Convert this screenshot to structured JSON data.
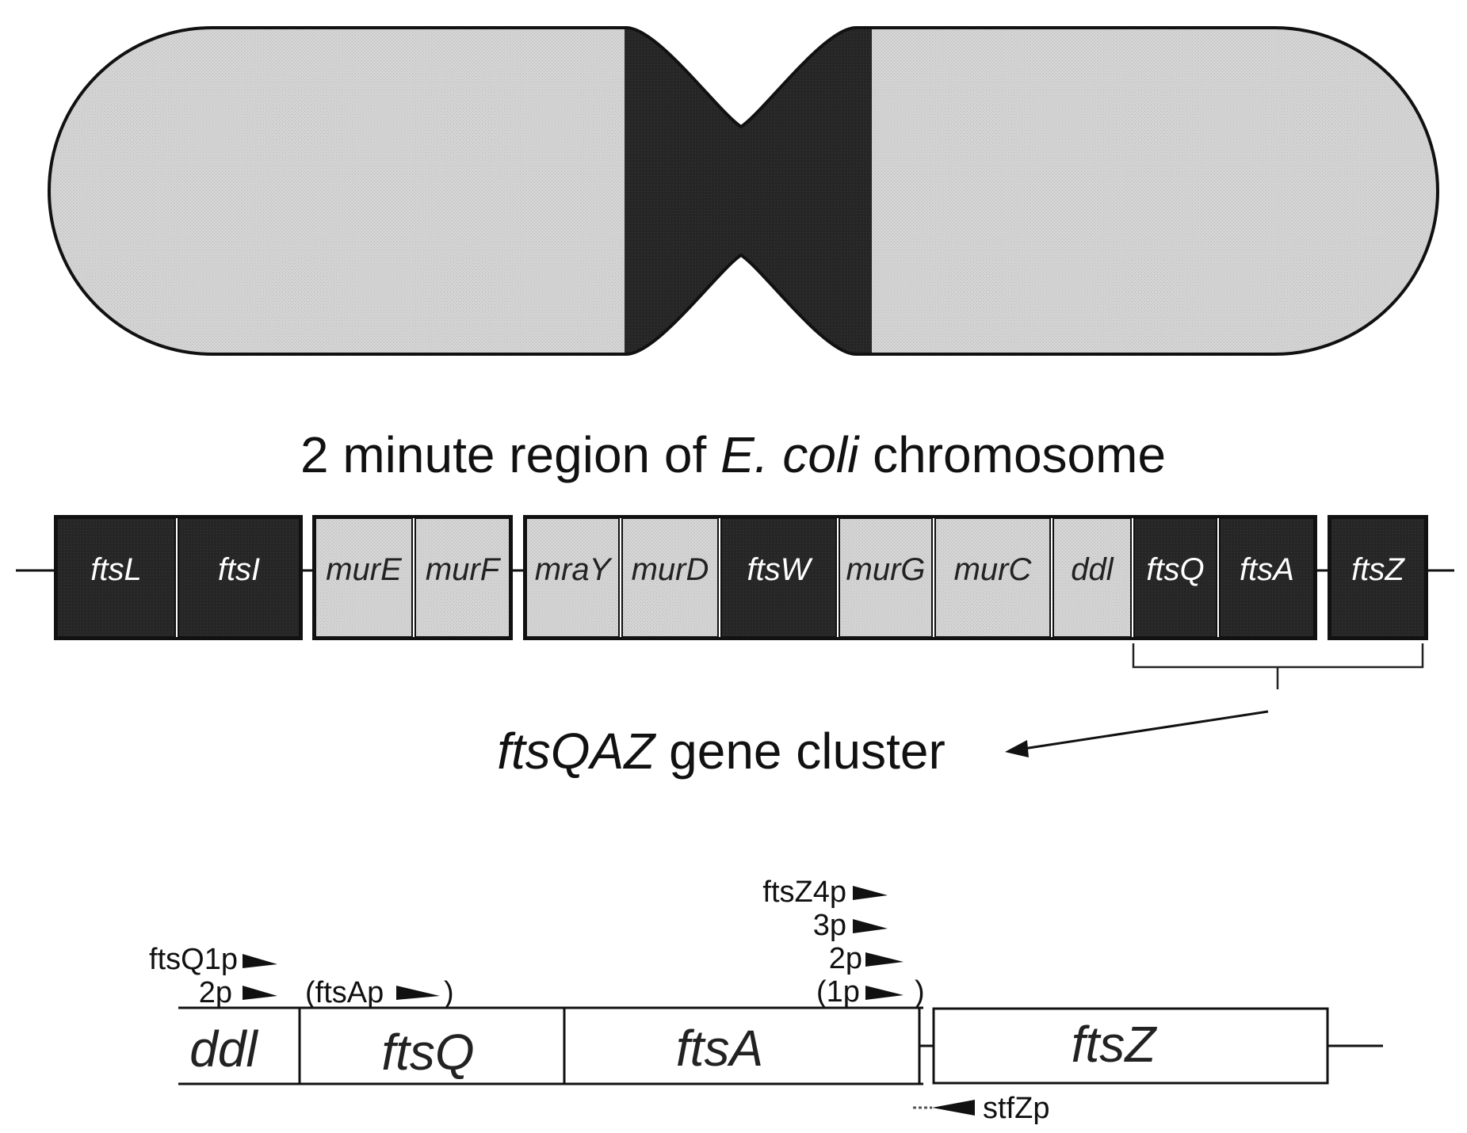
{
  "title": {
    "prefix": "2 minute region of ",
    "italic": "E. coli",
    "suffix": " chromosome"
  },
  "cluster_label": {
    "italic": "ftsQAZ",
    "rest": " gene cluster"
  },
  "colors": {
    "light_fill": "#cfcfcf",
    "dark_fill": "#262626",
    "outline": "#111111"
  },
  "region_genes": [
    {
      "name": "ftsL",
      "shade": "dark"
    },
    {
      "name": "ftsI",
      "shade": "dark"
    },
    {
      "name": "murE",
      "shade": "light"
    },
    {
      "name": "murF",
      "shade": "light"
    },
    {
      "name": "mraY",
      "shade": "light"
    },
    {
      "name": "murD",
      "shade": "light"
    },
    {
      "name": "ftsW",
      "shade": "dark"
    },
    {
      "name": "murG",
      "shade": "light"
    },
    {
      "name": "murC",
      "shade": "light"
    },
    {
      "name": "ddl",
      "shade": "light"
    },
    {
      "name": "ftsQ",
      "shade": "dark"
    },
    {
      "name": "ftsA",
      "shade": "dark"
    },
    {
      "name": "ftsZ",
      "shade": "dark"
    }
  ],
  "cluster_genes": [
    "ddl",
    "ftsQ",
    "ftsA",
    "ftsZ"
  ],
  "promoters": {
    "ftsQ1p": "ftsQ1p",
    "ftsQ2p": "2p",
    "ftsAp_open": "(ftsAp",
    "ftsAp_close": ")",
    "ftsZ4p": "ftsZ4p",
    "ftsZ3p": "3p",
    "ftsZ2p": "2p",
    "ftsZ1p_open": "(1p",
    "ftsZ1p_close": ")",
    "stfZp": "stfZp"
  }
}
